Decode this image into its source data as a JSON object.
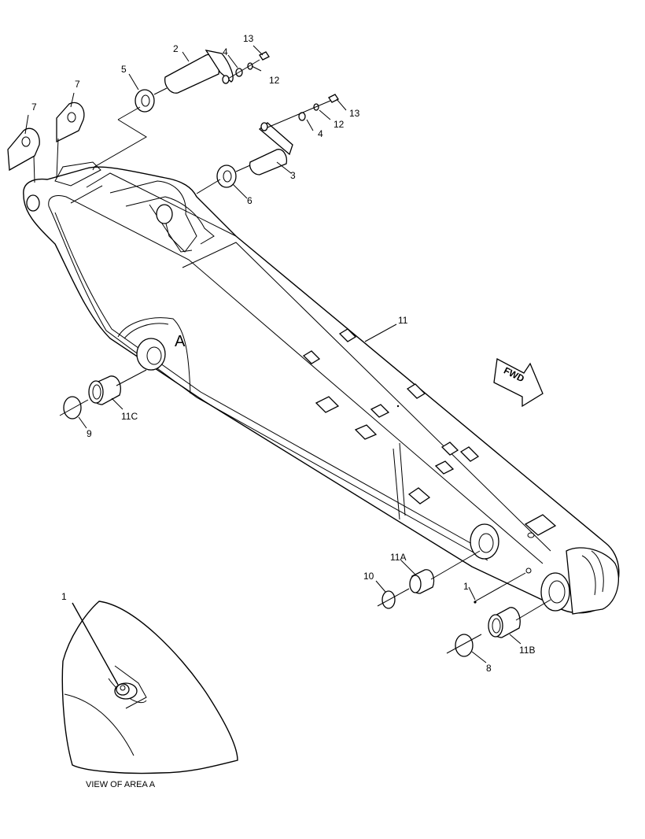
{
  "diagram": {
    "callouts": {
      "c1_detail": "1",
      "c1_main": "1",
      "c2": "2",
      "c3": "3",
      "c4_top": "4",
      "c4_mid": "4",
      "c5": "5",
      "c6": "6",
      "c7_left": "7",
      "c7_right": "7",
      "c8": "8",
      "c9": "9",
      "c10": "10",
      "c11": "11",
      "c11a": "11A",
      "c11b": "11B",
      "c11c": "11C",
      "c12_top": "12",
      "c12_mid": "12",
      "c13_top": "13",
      "c13_mid": "13"
    },
    "area_marker": "A",
    "direction_arrow": "FWD",
    "detail_caption": "VIEW OF AREA A"
  }
}
